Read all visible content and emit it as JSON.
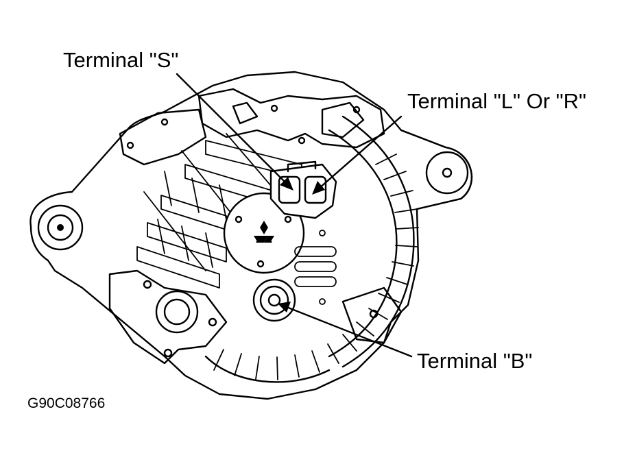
{
  "labels": {
    "terminal_s": "Terminal \"S\"",
    "terminal_l_or_r": "Terminal \"L\" Or \"R\"",
    "terminal_b": "Terminal \"B\""
  },
  "figure_code": "G90C08766",
  "icons": {
    "logo": "three-diamond-logo-icon"
  }
}
